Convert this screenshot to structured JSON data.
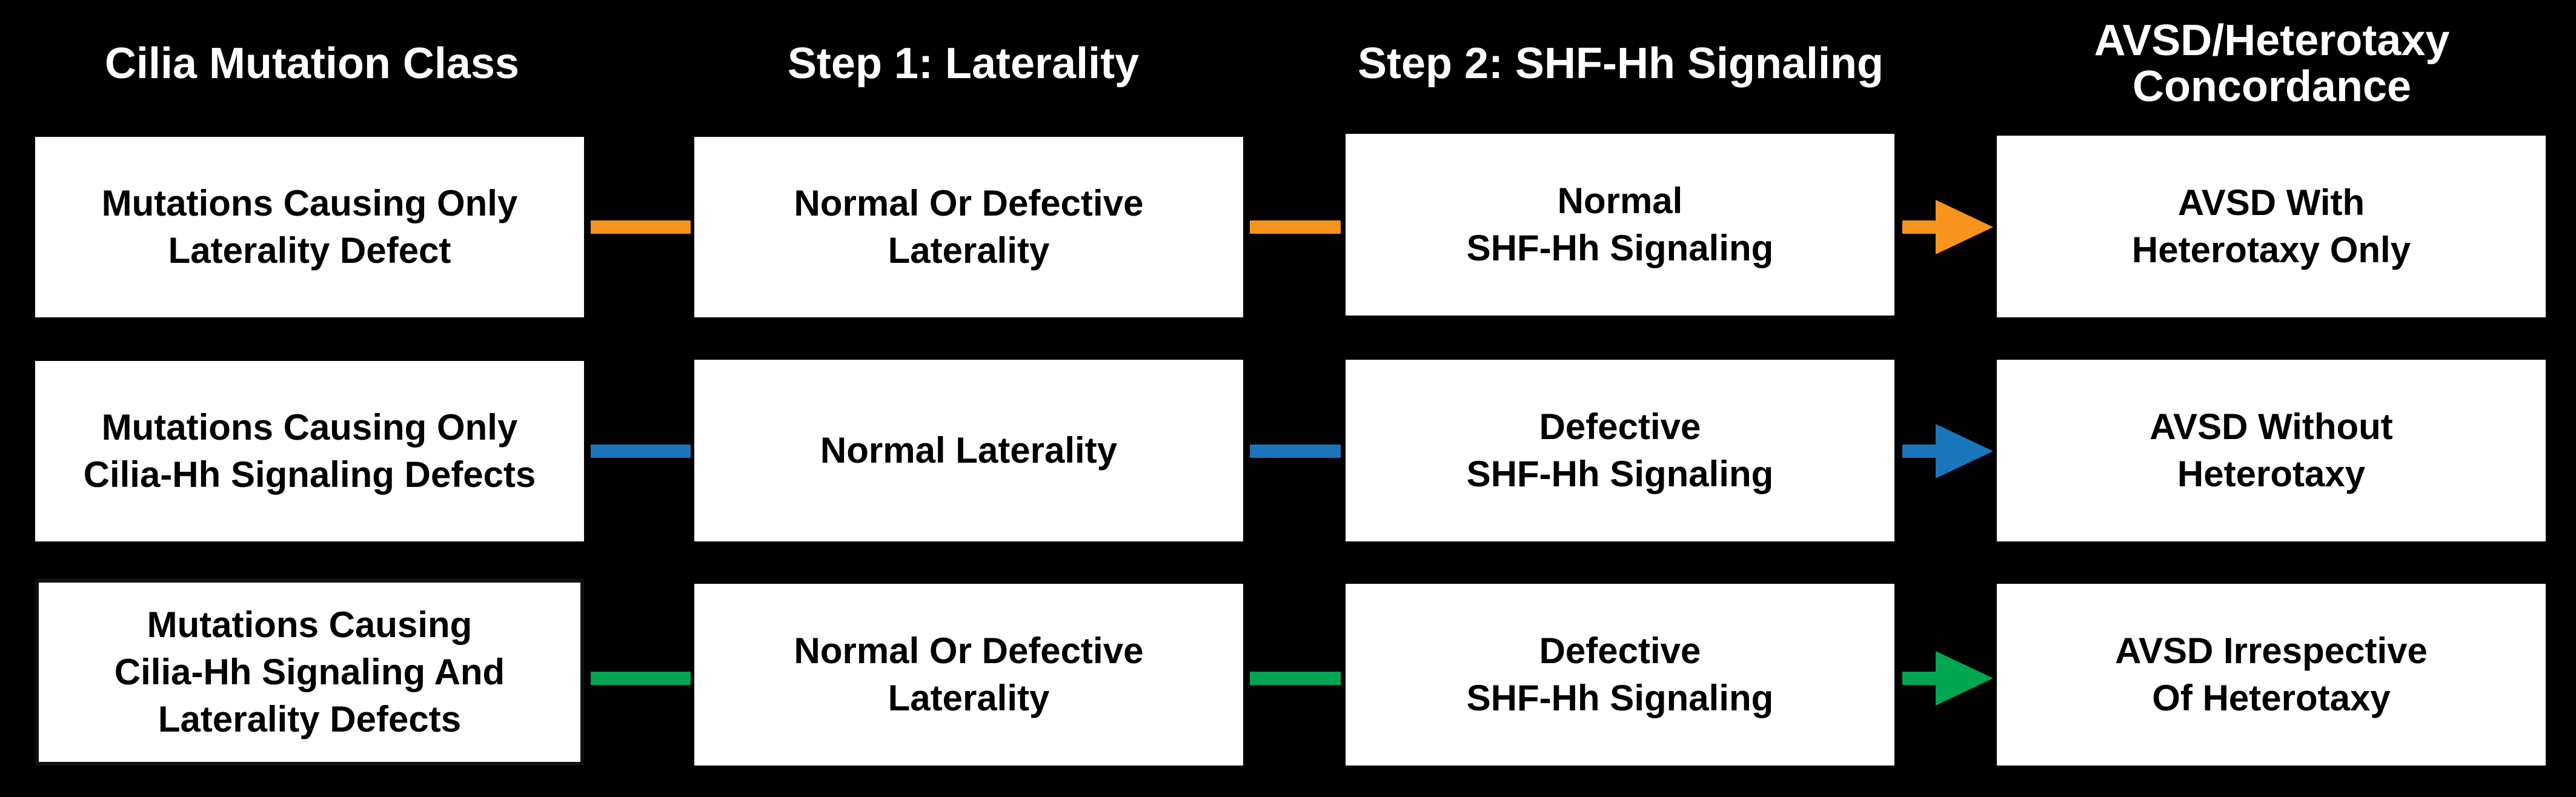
{
  "headers": {
    "col1": "Cilia Mutation Class",
    "col2": "Step 1: Laterality",
    "col3": "Step 2: SHF-Hh Signaling",
    "col4": "AVSD/Heterotaxy\nConcordance"
  },
  "rows": [
    {
      "color": "#F7941D",
      "mutation_class": "Mutations Causing Only\nLaterality Defect",
      "laterality": "Normal Or Defective\nLaterality",
      "signaling": "Normal\nSHF-Hh Signaling",
      "concordance": "AVSD With\nHeterotaxy Only"
    },
    {
      "color": "#1B75BB",
      "mutation_class": "Mutations Causing Only\nCilia-Hh Signaling Defects",
      "laterality": "Normal Laterality",
      "signaling": "Defective\nSHF-Hh Signaling",
      "concordance": "AVSD Without\nHeterotaxy"
    },
    {
      "color": "#00A651",
      "mutation_class": "Mutations Causing\nCilia-Hh Signaling And\nLaterality Defects",
      "laterality": "Normal Or Defective\nLaterality",
      "signaling": "Defective\nSHF-Hh Signaling",
      "concordance": "AVSD Irrespective\nOf Heterotaxy"
    }
  ]
}
